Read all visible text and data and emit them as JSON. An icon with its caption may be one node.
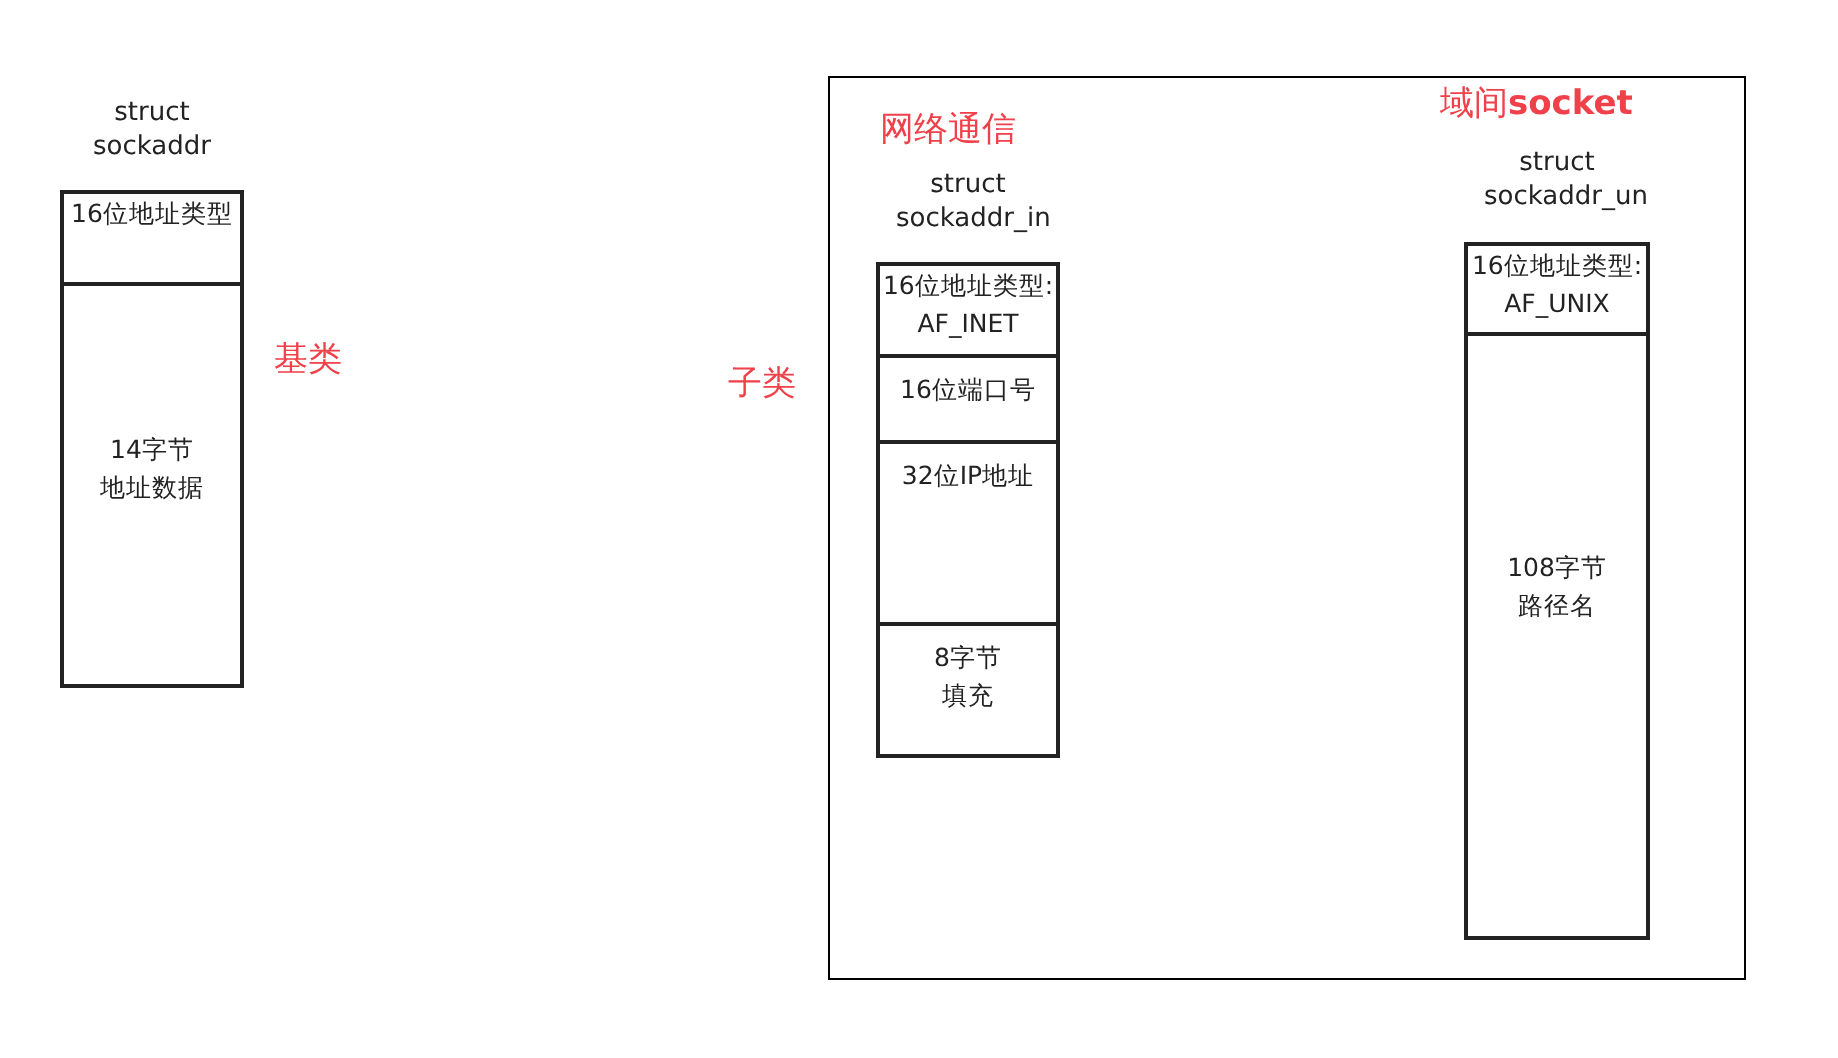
{
  "diagram": {
    "nodes": [
      {
        "text": [
          "struct sockaddr"
        ],
        "beside": [
          "基类"
        ]
      },
      {
        "text": [
          "16位地址类型"
        ],
        "in": 0
      },
      {
        "text": [
          "14字节地址数据"
        ],
        "in": 0
      },
      {
        "text": [],
        "shape": "box",
        "beside": [
          "子类"
        ]
      },
      {
        "text": [
          "struct sockaddr_in"
        ],
        "beside": [
          "网络通信"
        ],
        "in": 3
      },
      {
        "text": [
          "16位地址类型: AF_INET"
        ],
        "in": 4
      },
      {
        "text": [
          "16位端口号"
        ],
        "in": 4
      },
      {
        "text": [
          "32位IP地址"
        ],
        "in": 4
      },
      {
        "text": [
          "8字节填充"
        ],
        "in": 4
      },
      {
        "text": [
          "struct sockaddr_un"
        ],
        "beside": [
          "域间**socket**"
        ],
        "in": 3
      },
      {
        "text": [
          "16位地址类型: AF_UNIX"
        ],
        "in": 9
      },
      {
        "text": [
          "108字节路径名"
        ],
        "in": 9
      }
    ]
  }
}
